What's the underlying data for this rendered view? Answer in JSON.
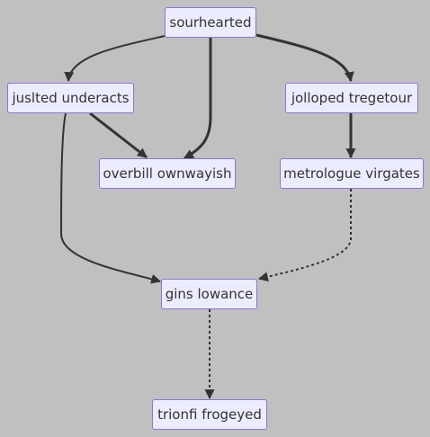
{
  "nodes": {
    "sourhearted": "sourhearted",
    "juslted_underacts": "juslted underacts",
    "jolloped_tregetour": "jolloped tregetour",
    "overbill_ownwayish": "overbill ownwayish",
    "metrologue_virgates": "metrologue virgates",
    "gins_lowance": "gins lowance",
    "trionfi_frogeyed": "trionfi frogeyed"
  },
  "edges": [
    {
      "from": "sourhearted",
      "to": "juslted_underacts",
      "style": "normal"
    },
    {
      "from": "sourhearted",
      "to": "overbill_ownwayish",
      "style": "thick"
    },
    {
      "from": "sourhearted",
      "to": "jolloped_tregetour",
      "style": "thick"
    },
    {
      "from": "juslted_underacts",
      "to": "overbill_ownwayish",
      "style": "thick"
    },
    {
      "from": "juslted_underacts",
      "to": "gins_lowance",
      "style": "normal"
    },
    {
      "from": "jolloped_tregetour",
      "to": "metrologue_virgates",
      "style": "thick"
    },
    {
      "from": "metrologue_virgates",
      "to": "gins_lowance",
      "style": "dotted"
    },
    {
      "from": "gins_lowance",
      "to": "trionfi_frogeyed",
      "style": "dotted"
    }
  ],
  "colors": {
    "background": "#c0c0c0",
    "node_fill": "#ececff",
    "node_border": "#9370db",
    "edge": "#333333",
    "text": "#333333"
  }
}
